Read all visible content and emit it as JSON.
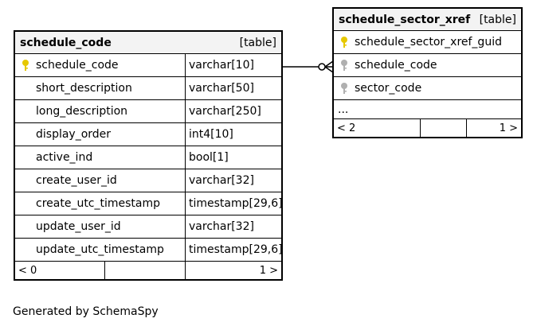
{
  "tables": [
    {
      "name": "schedule_code",
      "kind": "[table]",
      "columns": [
        {
          "name": "schedule_code",
          "type": "varchar[10]",
          "key": "primary"
        },
        {
          "name": "short_description",
          "type": "varchar[50]",
          "key": "none"
        },
        {
          "name": "long_description",
          "type": "varchar[250]",
          "key": "none"
        },
        {
          "name": "display_order",
          "type": "int4[10]",
          "key": "none"
        },
        {
          "name": "active_ind",
          "type": "bool[1]",
          "key": "none"
        },
        {
          "name": "create_user_id",
          "type": "varchar[32]",
          "key": "none"
        },
        {
          "name": "create_utc_timestamp",
          "type": "timestamp[29,6]",
          "key": "none"
        },
        {
          "name": "update_user_id",
          "type": "varchar[32]",
          "key": "none"
        },
        {
          "name": "update_utc_timestamp",
          "type": "timestamp[29,6]",
          "key": "none"
        }
      ],
      "footer": {
        "left": "< 0",
        "right": "1 >"
      }
    },
    {
      "name": "schedule_sector_xref",
      "kind": "[table]",
      "columns": [
        {
          "name": "schedule_sector_xref_guid",
          "type": "",
          "key": "primary"
        },
        {
          "name": "schedule_code",
          "type": "",
          "key": "foreign"
        },
        {
          "name": "sector_code",
          "type": "",
          "key": "foreign"
        },
        {
          "name": "...",
          "type": "",
          "key": "none"
        }
      ],
      "footer": {
        "left": "< 2",
        "right": "1 >"
      }
    }
  ],
  "generated_by": "Generated by SchemaSpy",
  "colors": {
    "primary_key": "#e6c800",
    "foreign_key": "#b0b0b0",
    "border": "#000000",
    "header_bg": "#f3f3f3"
  }
}
